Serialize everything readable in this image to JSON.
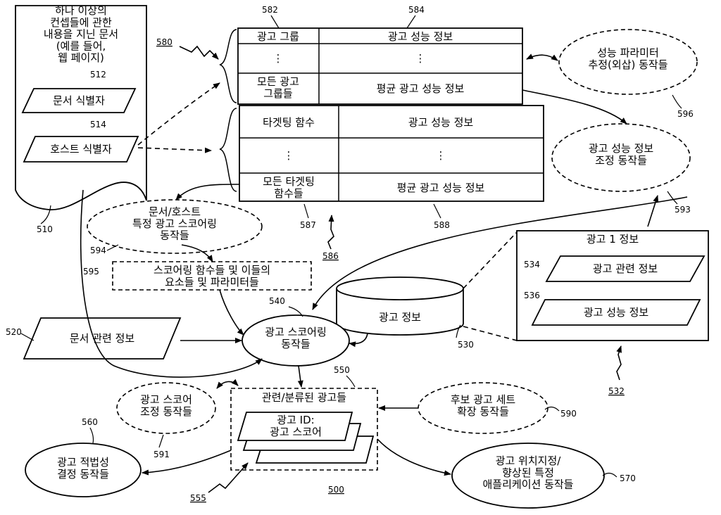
{
  "document": {
    "title": "하나 이상의\n컨셉들에 관한\n내용을 지닌 문서\n(예를 들어,\n웹 페이지)",
    "ref": "510",
    "doc_id": {
      "label": "문서 식별자",
      "ref": "512"
    },
    "host_id": {
      "label": "호스트 식별자",
      "ref": "514"
    }
  },
  "ad_group_table": {
    "ref": "580",
    "col1_ref": "582",
    "col2_ref": "584",
    "header": [
      "광고 그룹",
      "광고 성능 정보"
    ],
    "ellipsis": [
      "⋮",
      "⋮"
    ],
    "footer": [
      "모든 광고\n그룹들",
      "평균 광고 성능 정보"
    ]
  },
  "targeting_table": {
    "ref": "586",
    "col1_ref": "587",
    "col2_ref": "588",
    "header": [
      "타겟팅 함수",
      "광고 성능 정보"
    ],
    "ellipsis": [
      "⋮",
      "⋮"
    ],
    "footer": [
      "모든 타겟팅\n함수들",
      "평균 광고 성능 정보"
    ]
  },
  "param_estimation": {
    "label": "성능 파라미터\n추정(외삽) 동작들",
    "ref": "596"
  },
  "perf_adjust": {
    "label": "광고 성능 정보\n조정 동작들",
    "ref": "593"
  },
  "doc_host_scoring": {
    "label": "문서/호스트\n특정 광고 스코어링\n동작들",
    "ref": "594"
  },
  "scoring_functions": {
    "label": "스코어링 함수들 및 이들의\n요소들 및 파라미터들",
    "ref": "595"
  },
  "ad_info_db": {
    "label": "광고 정보",
    "ref": "530"
  },
  "ad1_info": {
    "title": "광고 1 정보",
    "ref": "532",
    "related": {
      "label": "광고 관련 정보",
      "ref": "534"
    },
    "performance": {
      "label": "광고 성능 정보",
      "ref": "536"
    }
  },
  "doc_related": {
    "label": "문서 관련 정보",
    "ref": "520"
  },
  "ad_scoring": {
    "label": "광고 스코어링\n동작들",
    "ref": "540"
  },
  "score_adjust": {
    "label": "광고 스코어\n조정 동작들",
    "ref": "591"
  },
  "related_ads": {
    "title": "관련/분류된 광고들",
    "ref": "550",
    "card": "광고 ID:\n광고 스코어",
    "card_ref": "555"
  },
  "candidate_expand": {
    "label": "후보 광고 세트\n확장 동작들",
    "ref": "590"
  },
  "relevance": {
    "label": "광고 적법성\n결정 동작들",
    "ref": "560"
  },
  "positioning": {
    "label": "광고 위치지정/\n향상된 특정\n애플리케이션 동작들",
    "ref": "570"
  },
  "figure_ref": "500"
}
